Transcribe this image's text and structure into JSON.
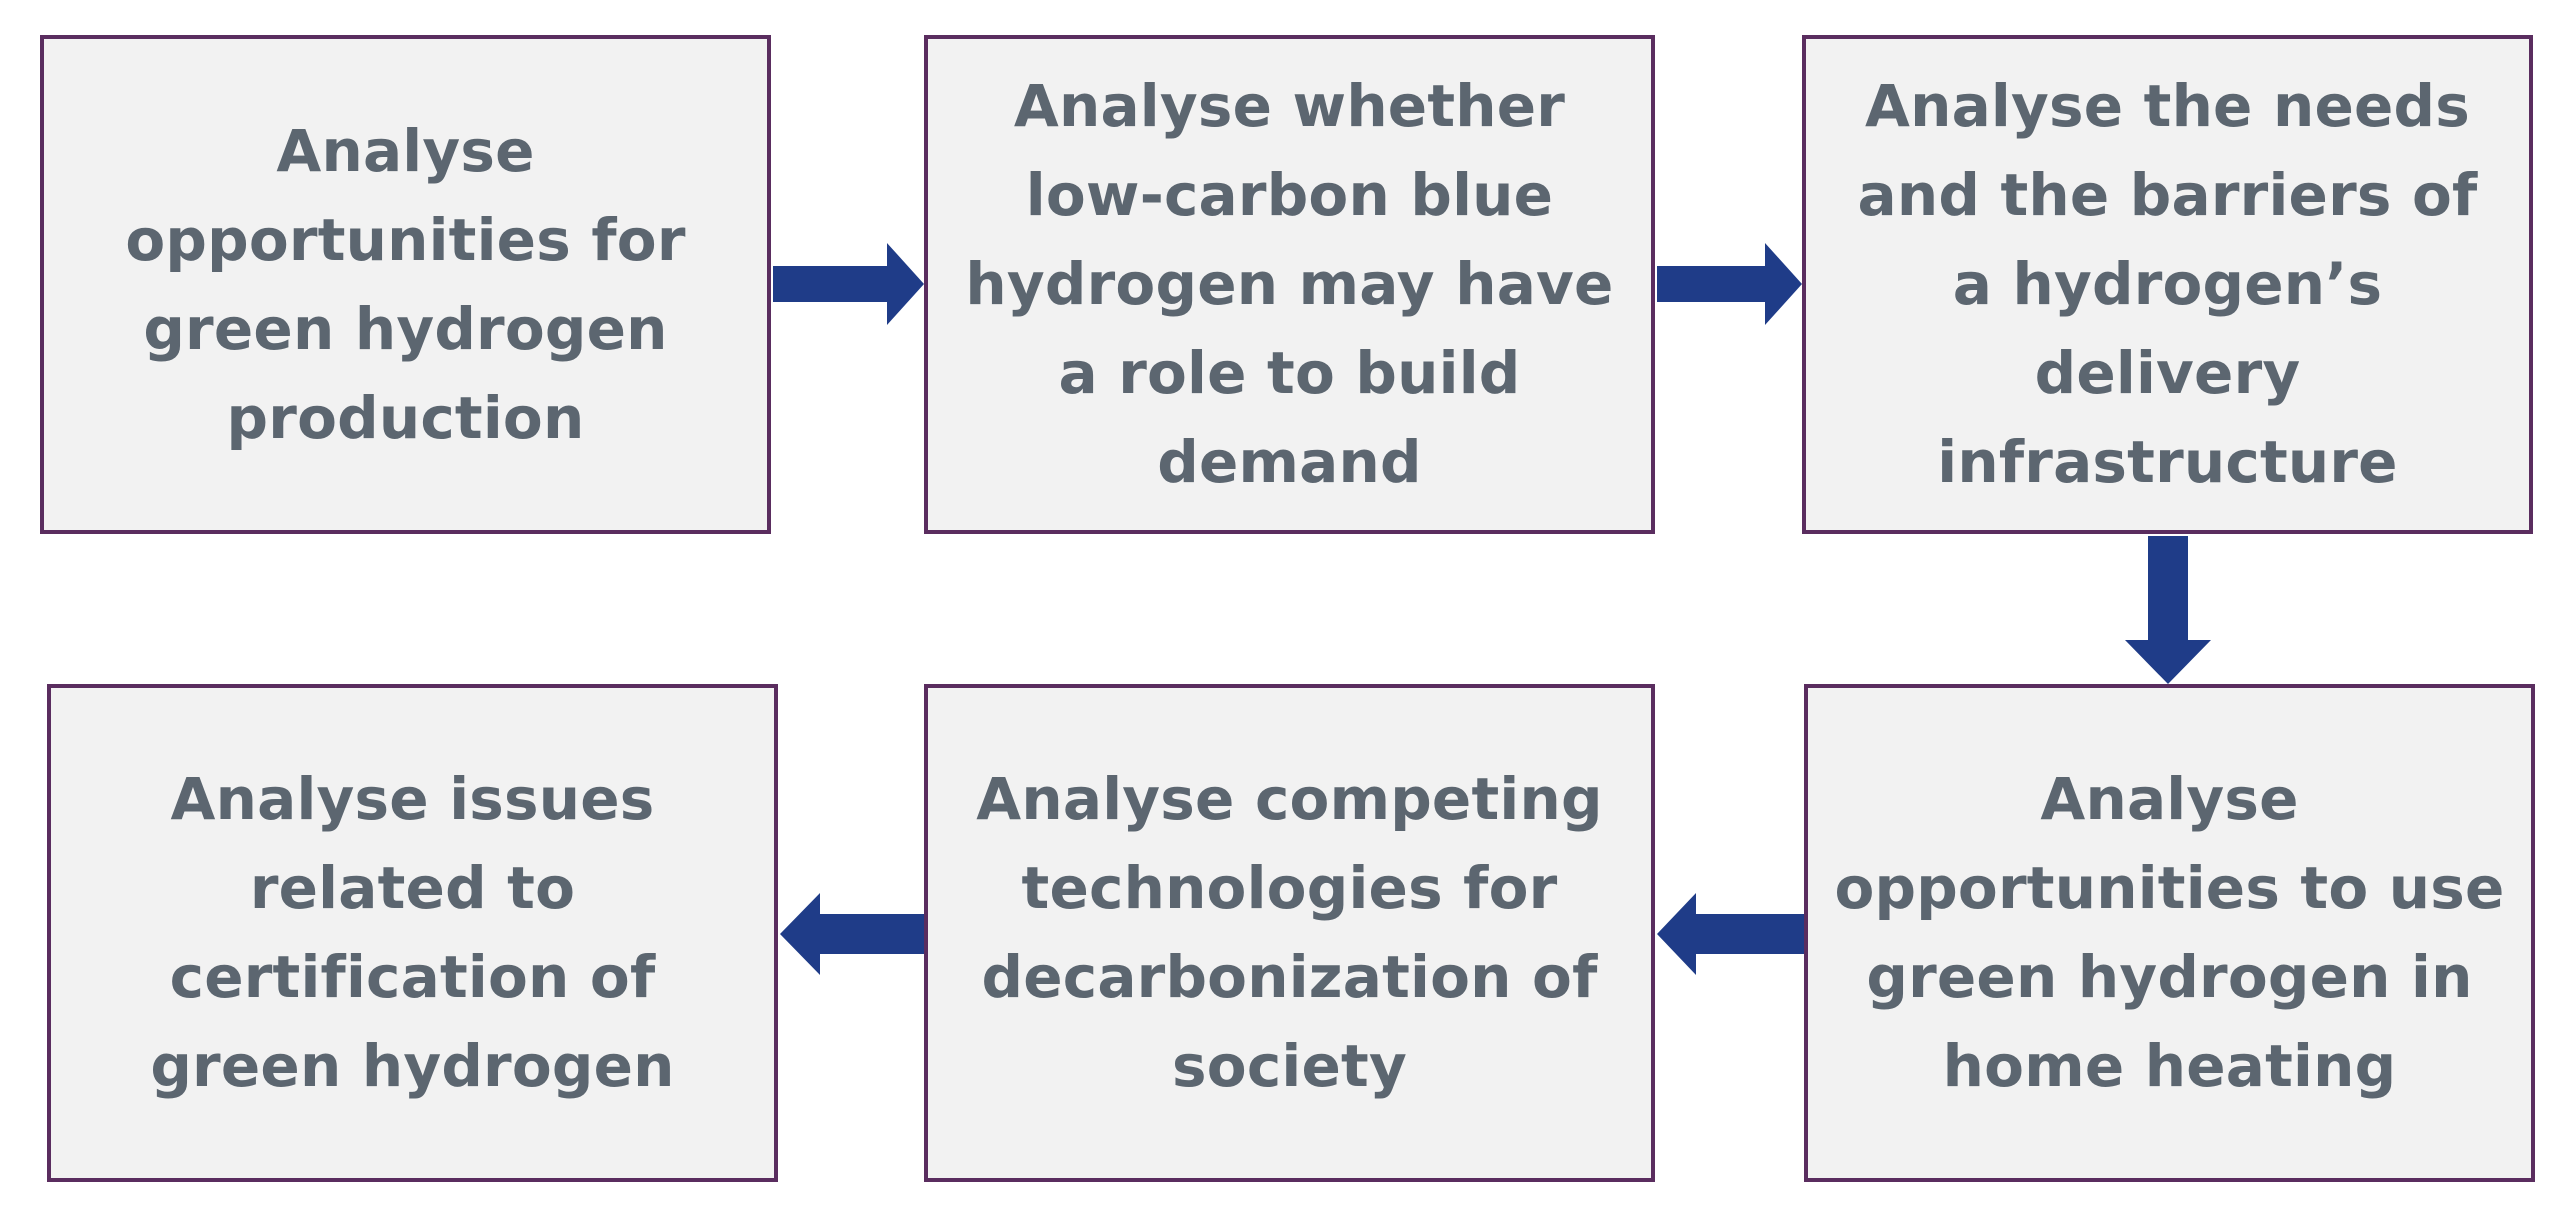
{
  "flow": {
    "steps": [
      "Analyse opportunities for green hydrogen production",
      "Analyse whether low-carbon blue hydrogen may have a role to build demand",
      "Analyse the needs and the barriers of a hydrogen’s delivery infrastructure",
      "Analyse opportunities to use green hydrogen in home heating",
      "Analyse competing technologies for decarbonization of society",
      "Analyse issues related to certification of green hydrogen"
    ],
    "colors": {
      "box_fill": "#f2f2f2",
      "box_border": "#5a2d5f",
      "text": "#5c6670",
      "arrow": "#1f3c88"
    }
  }
}
